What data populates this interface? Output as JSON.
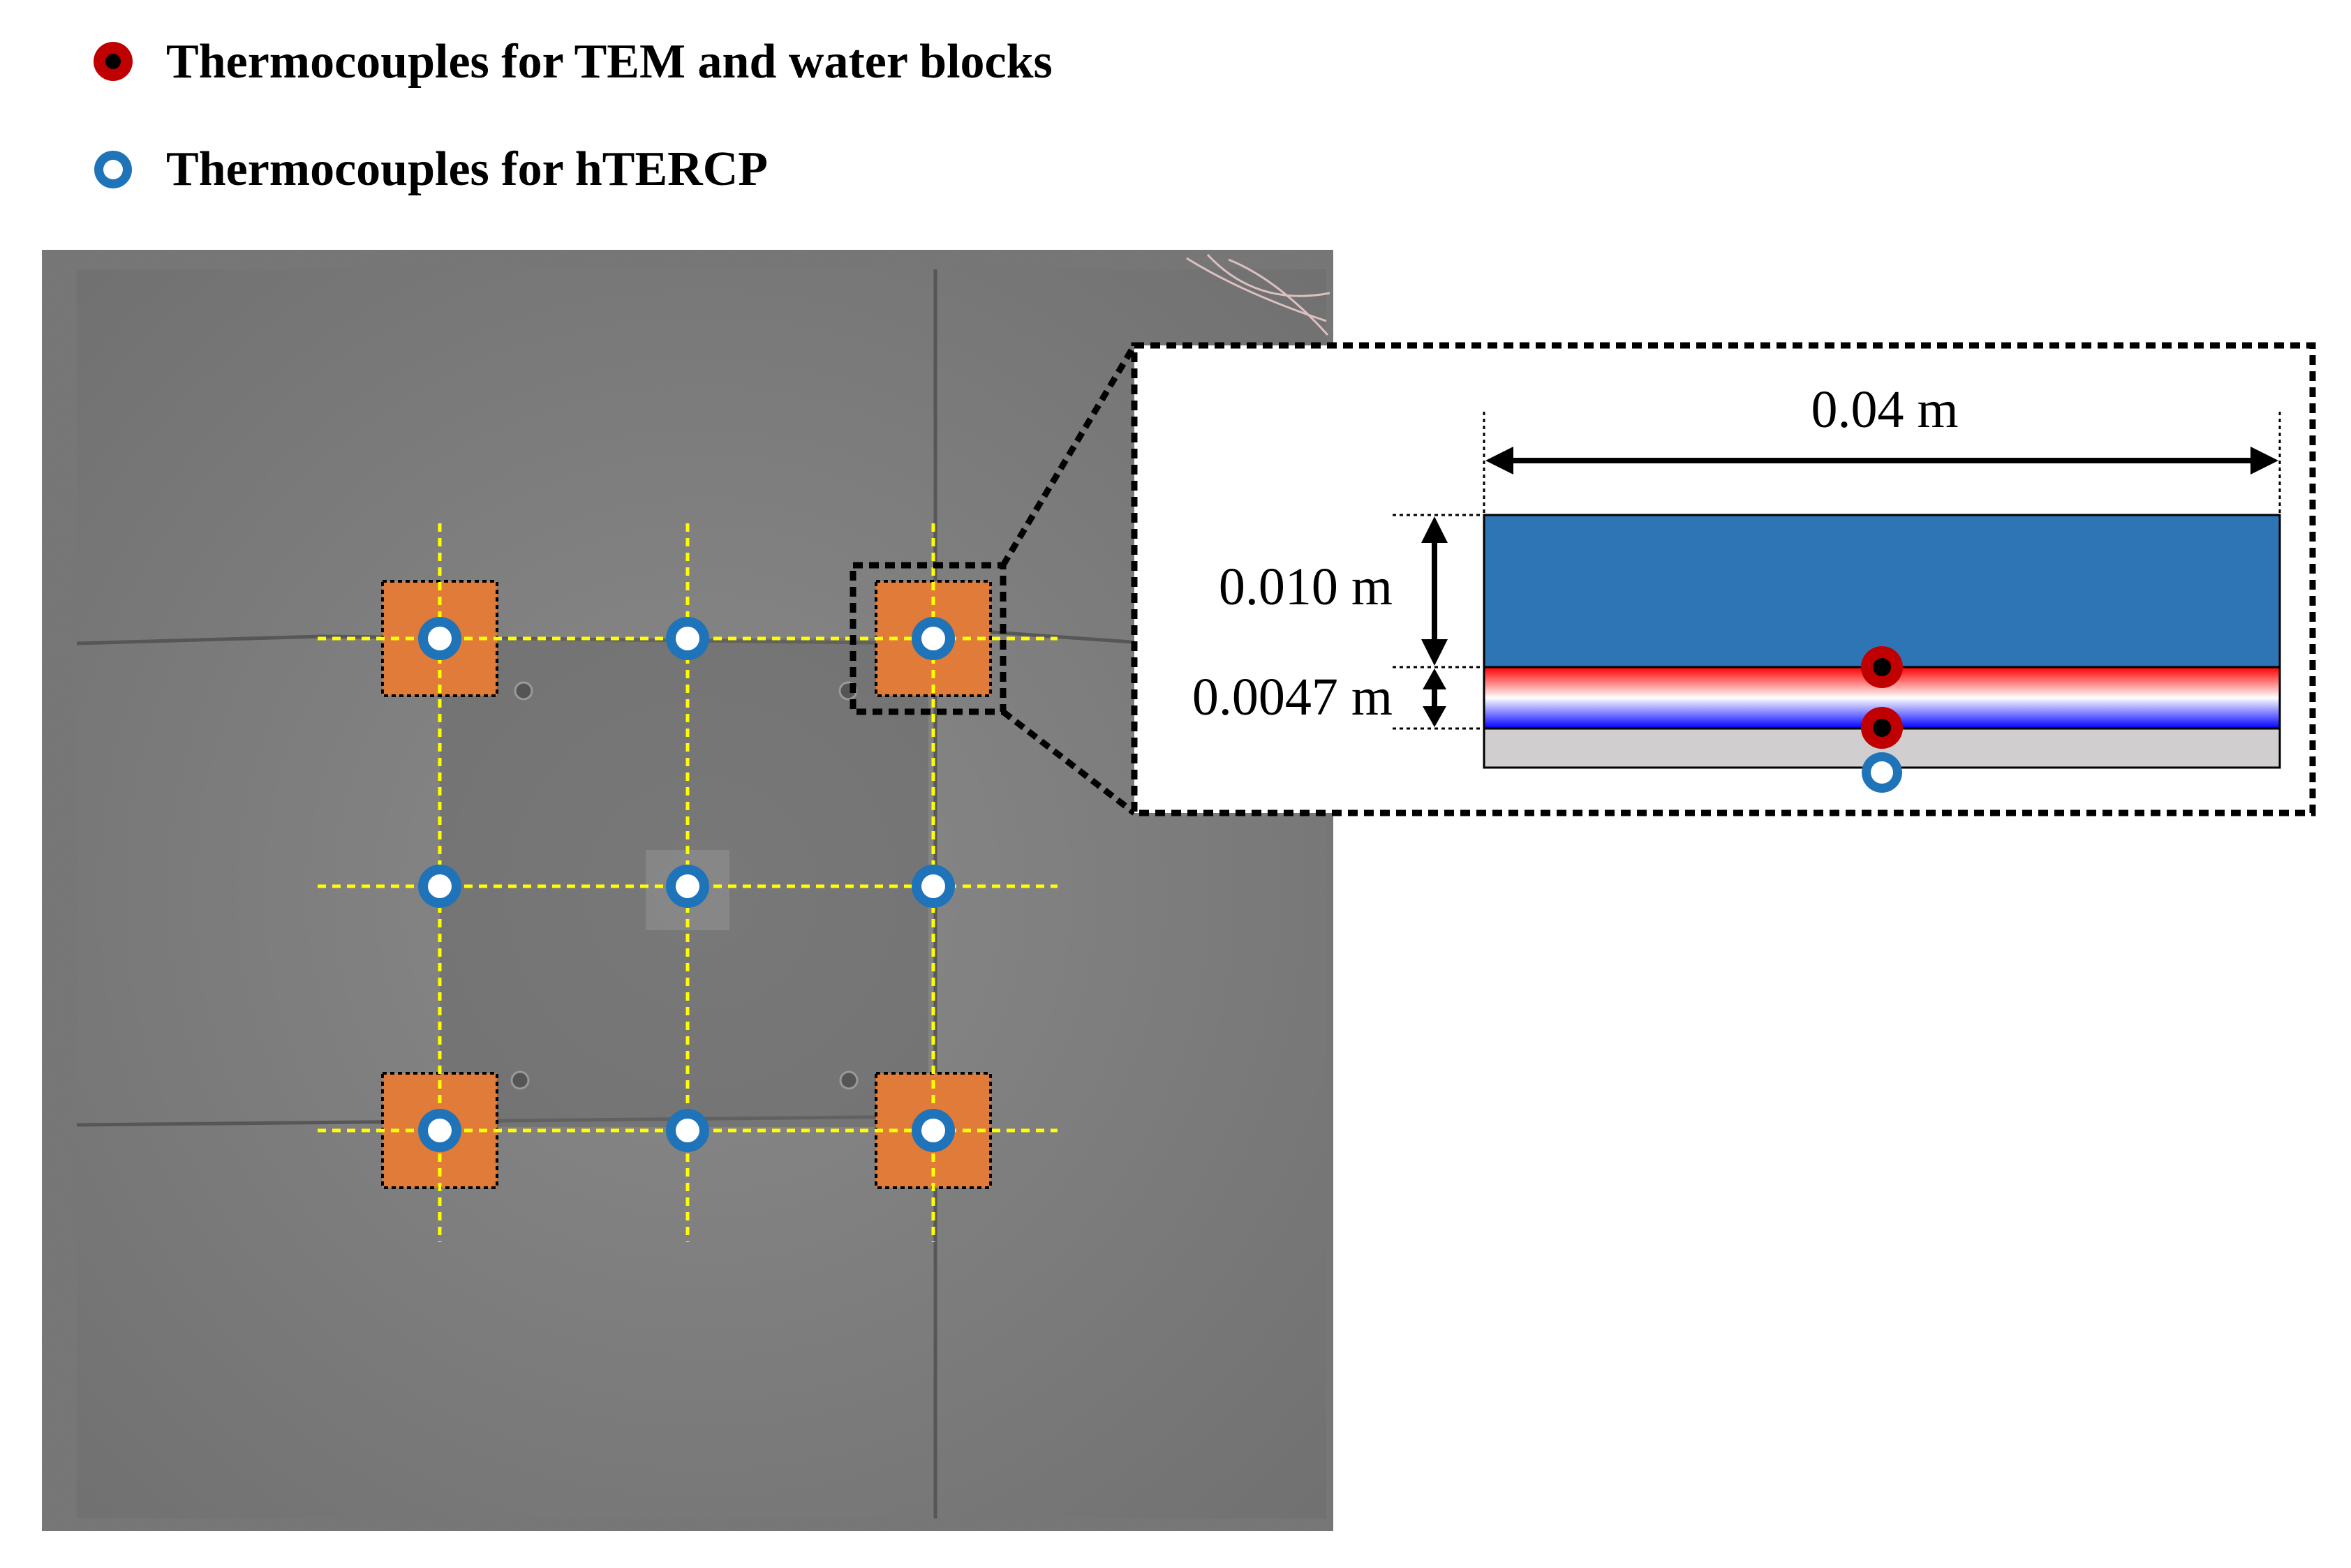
{
  "legend": {
    "red_label": "Thermocouples for TEM and water blocks",
    "blue_label": "Thermocouples for hTERCP"
  },
  "detail": {
    "width_label": "0.04 m",
    "water_block_height_label": "0.010 m",
    "tem_height_label": "0.0047 m"
  },
  "colors": {
    "water_block": "#2e75b6",
    "tem_hot": "#ff0000",
    "tem_cold": "#0000ff",
    "panel": "#d0cece",
    "tem_pad": "#e07b39",
    "grid_line": "#ffff00",
    "hTERCP_marker": "#1f73b8",
    "tem_marker": "#c00000"
  }
}
